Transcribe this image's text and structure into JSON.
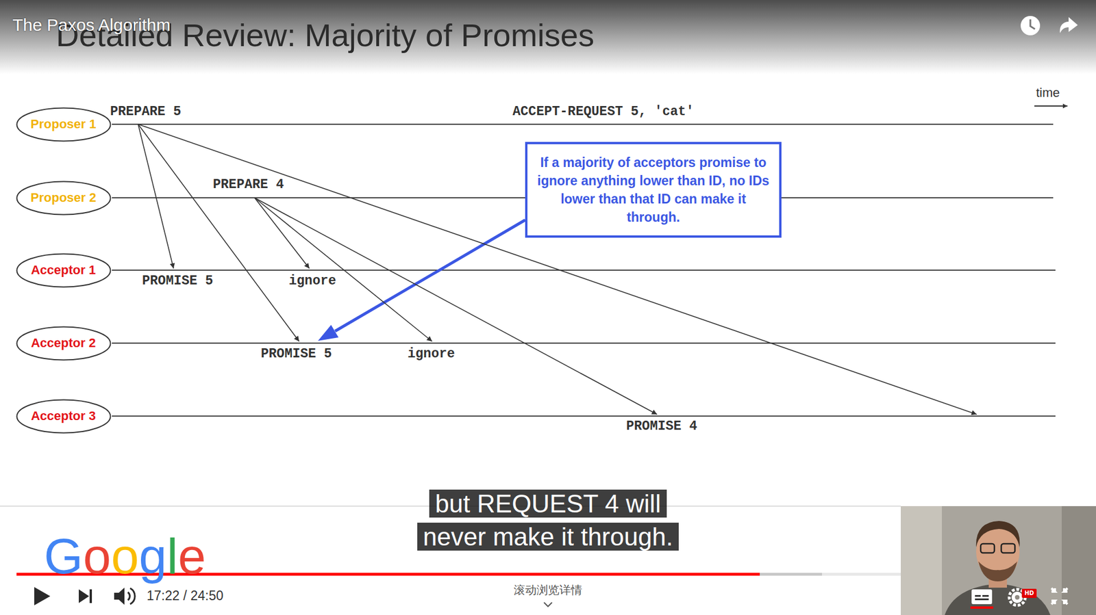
{
  "diagram": {
    "title": "Detailed Review: Majority of Promises",
    "nodes": [
      {
        "text": [
          "Proposer 1"
        ]
      },
      {
        "text": [
          "Proposer 2"
        ]
      },
      {
        "text": [
          "Acceptor 1"
        ]
      },
      {
        "text": [
          "Acceptor 2"
        ]
      },
      {
        "text": [
          "Acceptor 3"
        ]
      },
      {
        "text": [
          "If a majority of acceptors promise to ignore anything lower than ID, no IDs lower than that ID can make it through."
        ]
      }
    ],
    "edges": [
      {
        "from": 0,
        "to": 2,
        "arrow": "to"
      },
      {
        "from": 0,
        "to": 3,
        "arrow": "to"
      },
      {
        "from": 0,
        "to": 4,
        "arrow": "to"
      },
      {
        "from": 1,
        "to": 2,
        "arrow": "to"
      },
      {
        "from": 1,
        "to": 3,
        "arrow": "to"
      },
      {
        "from": 1,
        "to": 4,
        "arrow": "to"
      }
    ],
    "labels": [
      "The Paxos Algorithm",
      "time",
      "PREPARE 5",
      "ACCEPT-REQUEST 5, 'cat'",
      "PREPARE 4",
      "PROMISE 5",
      "ignore",
      "PROMISE 5",
      "ignore",
      "PROMISE 4",
      "but REQUEST 4 will never make it through.",
      "Google",
      "17:22 / 24:50",
      "滚动浏览详情",
      "HD"
    ]
  }
}
